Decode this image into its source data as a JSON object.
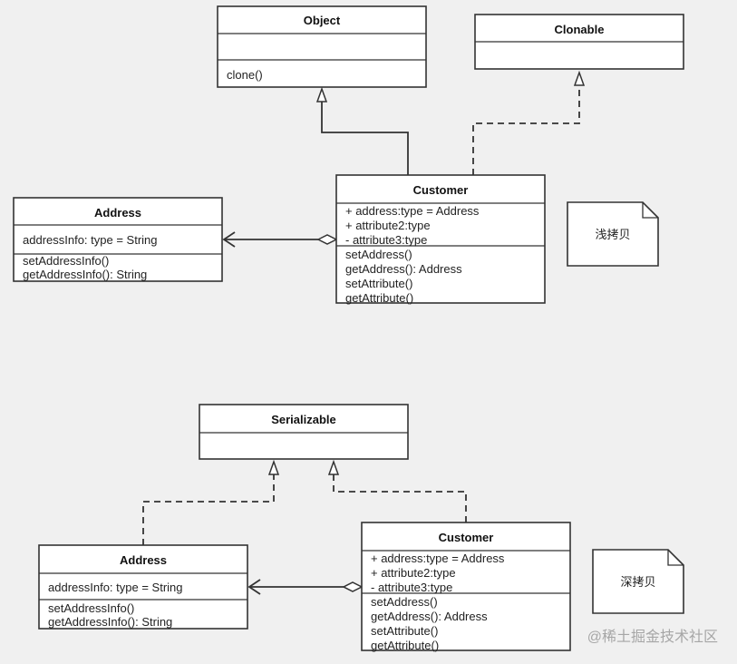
{
  "top": {
    "object": {
      "title": "Object",
      "methods": [
        "clone()"
      ]
    },
    "clonable": {
      "title": "Clonable"
    },
    "address": {
      "title": "Address",
      "attributes": [
        "addressInfo: type = String"
      ],
      "methods": [
        "setAddressInfo()",
        "getAddressInfo(): String"
      ]
    },
    "customer": {
      "title": "Customer",
      "attributes": [
        "+ address:type = Address",
        "+ attribute2:type",
        "- attribute3:type"
      ],
      "methods": [
        "setAddress()",
        "getAddress(): Address",
        "setAttribute()",
        "getAttribute()"
      ]
    },
    "note": "浅拷贝"
  },
  "bottom": {
    "serializable": {
      "title": "Serializable"
    },
    "address": {
      "title": "Address",
      "attributes": [
        "addressInfo: type = String"
      ],
      "methods": [
        "setAddressInfo()",
        "getAddressInfo(): String"
      ]
    },
    "customer": {
      "title": "Customer",
      "attributes": [
        "+ address:type = Address",
        "+ attribute2:type",
        "- attribute3:type"
      ],
      "methods": [
        "setAddress()",
        "getAddress(): Address",
        "setAttribute()",
        "getAttribute()"
      ]
    },
    "note": "深拷贝"
  },
  "watermark": "@稀土掘金技术社区"
}
